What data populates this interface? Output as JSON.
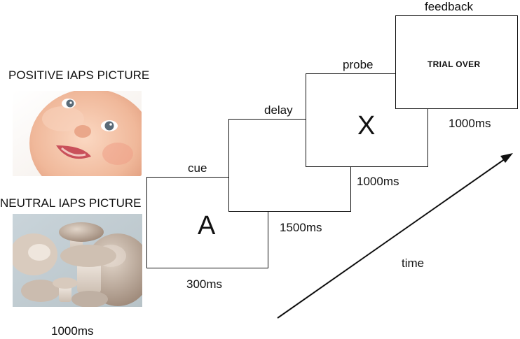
{
  "pictures": {
    "positive_label": "POSITIVE IAPS PICTURE",
    "neutral_label": "NEUTRAL IAPS PICTURE",
    "duration": "1000ms"
  },
  "stages": {
    "cue": {
      "label": "cue",
      "symbol": "A",
      "duration": "300ms"
    },
    "delay": {
      "label": "delay",
      "duration": "1500ms"
    },
    "probe": {
      "label": "probe",
      "symbol": "X",
      "duration": "1000ms"
    },
    "feedback": {
      "label": "feedback",
      "message": "TRIAL OVER",
      "duration": "1000ms"
    }
  },
  "time_label": "time"
}
